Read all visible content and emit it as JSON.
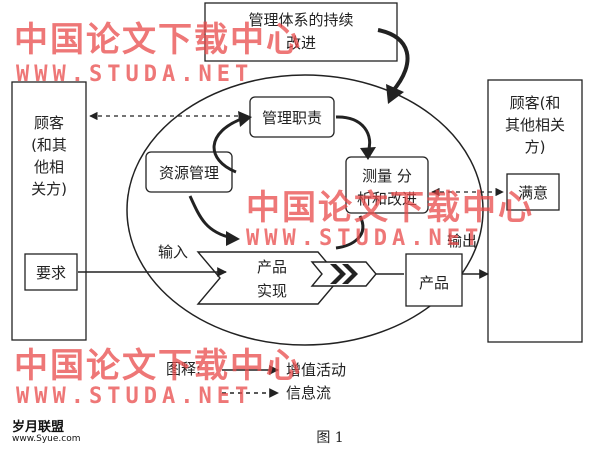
{
  "labels": {
    "top_box": [
      "管理体系的持续",
      "改进"
    ],
    "customer_left": [
      "顾客",
      "(和其",
      "他相",
      "关方)"
    ],
    "customer_right": [
      "顾客(和",
      "其他相关",
      "方)"
    ],
    "requirements": "要求",
    "satisfaction": "满意",
    "mgmt_responsibility": "管理职责",
    "resource_mgmt": "资源管理",
    "measurement": [
      "测量 分",
      "析和改进"
    ],
    "input": "输入",
    "output": "输出",
    "product_realization": [
      "产品",
      "实现"
    ],
    "product": "产品"
  },
  "legend": {
    "title": "图释:",
    "value_added": "增值活动",
    "info_flow": "信息流"
  },
  "caption": "图 1",
  "watermarks": {
    "cn": "中国论文下载中心",
    "url": "WWW.STUDA.NET",
    "footer_cn": "岁月联盟",
    "footer_url": "www.Syue.com"
  },
  "colors": {
    "line": "#222222",
    "watermark": "#e94a4a"
  }
}
